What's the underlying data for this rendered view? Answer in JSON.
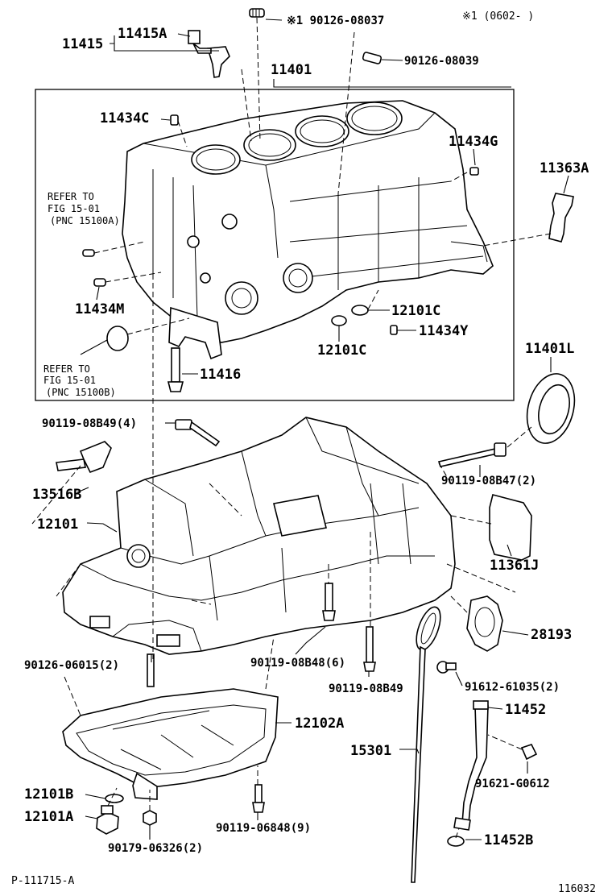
{
  "header": {
    "note": "※1 (0602-    )"
  },
  "labels": {
    "p11415": "11415",
    "p11415A": "11415A",
    "p90126_08037": "※1 90126-08037",
    "p90126_08039": "90126-08039",
    "p11401": "11401",
    "p11434C": "11434C",
    "p11434G": "11434G",
    "p11363A": "11363A",
    "p11434M": "11434M",
    "p12101C_a": "12101C",
    "p12101C_b": "12101C",
    "p11434Y": "11434Y",
    "p11416": "11416",
    "p11401L": "11401L",
    "p90119_08B49_4": "90119-08B49(4)",
    "p90119_08B47_2": "90119-08B47(2)",
    "p13516B": "13516B",
    "p12101": "12101",
    "p11361J": "11361J",
    "p28193": "28193",
    "p90126_06015_2": "90126-06015(2)",
    "p90119_08B48_6": "90119-08B48(6)",
    "p90119_08B49": "90119-08B49",
    "p91612_61035_2": "91612-61035(2)",
    "p11452": "11452",
    "p12102A": "12102A",
    "p15301": "15301",
    "p91621_G0612": "91621-G0612",
    "p12101B": "12101B",
    "p12101A": "12101A",
    "p90119_06848_9": "90119-06848(9)",
    "p90179_06326_2": "90179-06326(2)",
    "p11452B": "11452B"
  },
  "refer_a": {
    "line1": "REFER TO",
    "line2": "FIG 15-01",
    "line3": "(PNC 15100A)"
  },
  "refer_b": {
    "line1": "REFER TO",
    "line2": "FIG 15-01",
    "line3": "(PNC 15100B)"
  },
  "footer": {
    "left": "P-111715-A",
    "right": "116032"
  }
}
